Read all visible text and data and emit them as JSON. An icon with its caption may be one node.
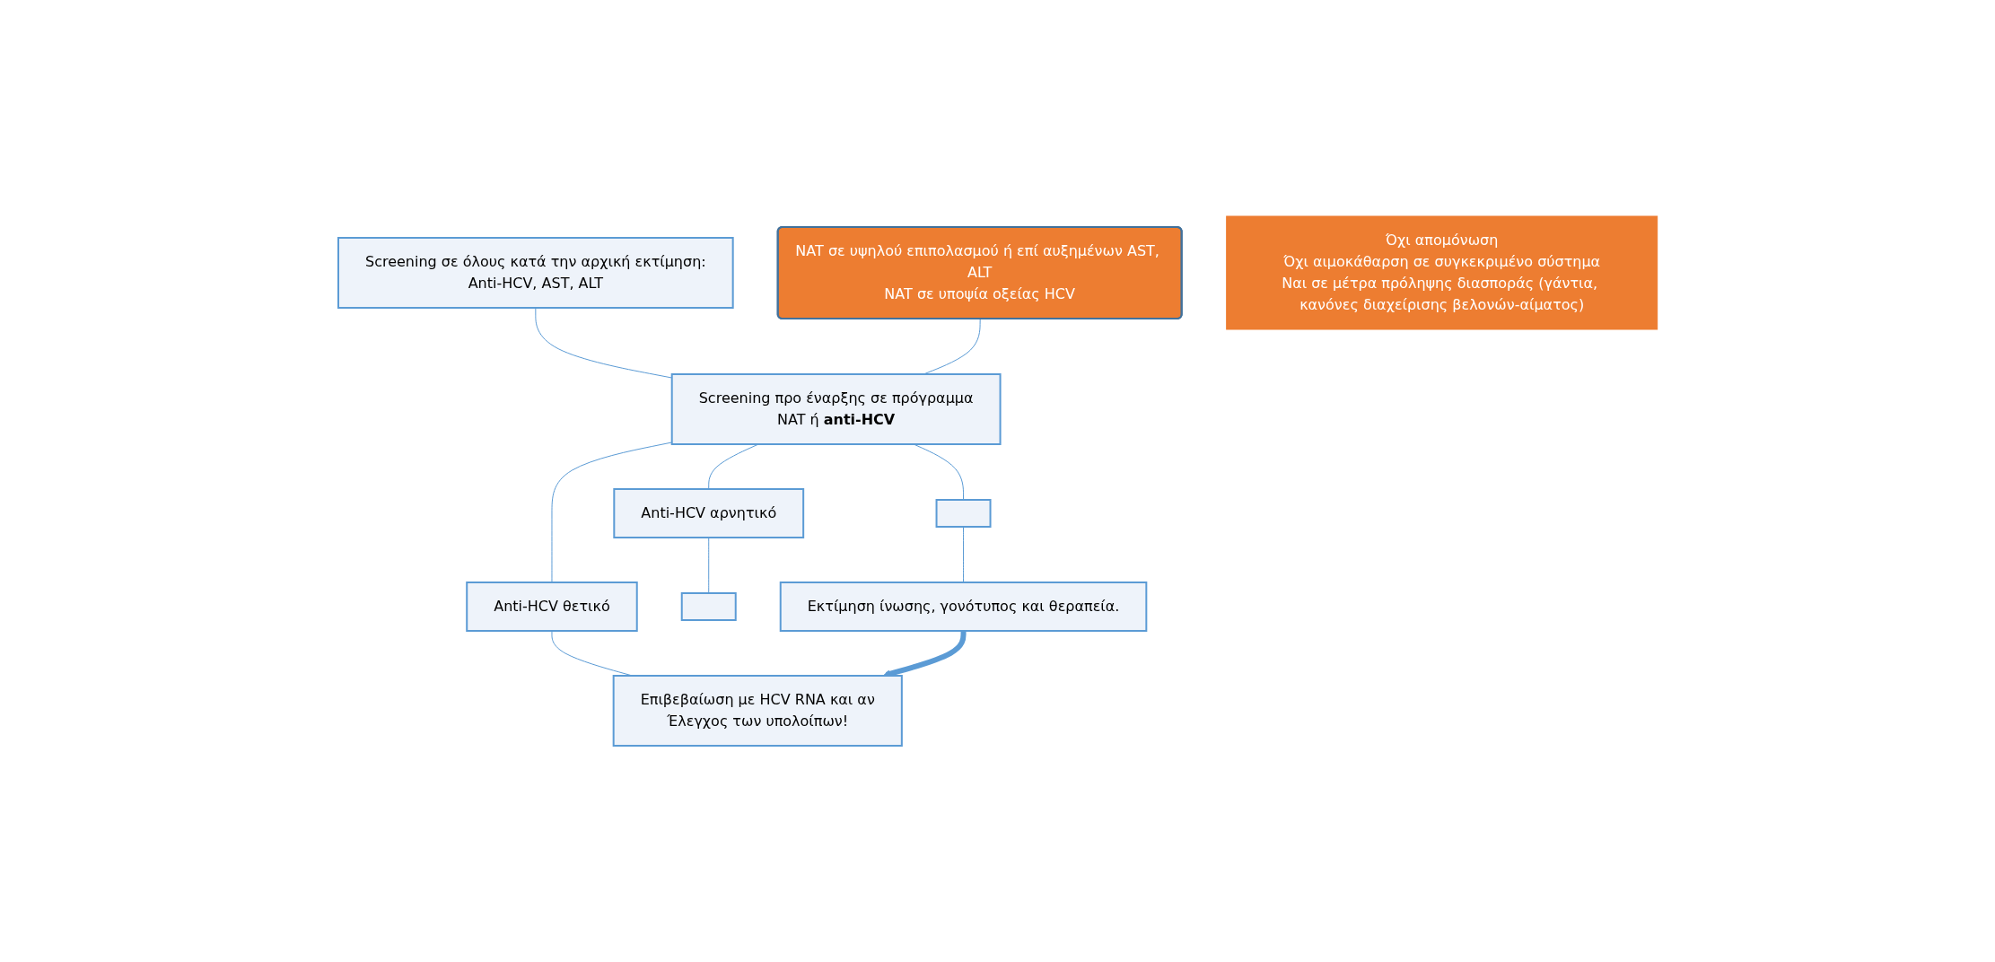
{
  "diagram": {
    "nodes": [
      {
        "text": [
          "Screening σε όλους κατά την αρχική εκτίμηση:",
          "Anti-HCV, AST, ALT"
        ]
      },
      {
        "text": [
          "Screening προ έναρξης σε πρόγραμμα",
          "NAT ή **anti-HCV**"
        ]
      },
      {
        "text": [
          "Anti-HCV θετικό"
        ]
      },
      {
        "text": [
          "Anti-HCV αρνητικό"
        ]
      },
      {
        "text": [],
        "shape": "box"
      },
      {
        "text": [
          "Επιβεβαίωση με HCV RNA και αν",
          "Έλεγχος των υπολοίπων!"
        ]
      },
      {
        "text": [],
        "shape": "box"
      },
      {
        "text": [
          "Εκτίμηση ίνωσης, γονότυπος και θεραπεία."
        ]
      },
      {
        "text": [
          "NAT σε υψηλού επιπολασμού ή επί αυξημένων AST, ALT",
          "NAT σε υποψία οξείας HCV"
        ]
      },
      {
        "text": [
          "Όχι απομόνωση",
          "Όχι αιμοκάθαρση σε συγκεκριμένο σύστημα",
          "Ναι σε μέτρα πρόληψης διασποράς (γάντια, κανόνες διαχείρισης βελονών-αίματος)"
        ]
      }
    ],
    "edges": [
      {
        "from": 0,
        "to": 1,
        "arrow": "none"
      },
      {
        "from": 1,
        "to": 2,
        "arrow": "none"
      },
      {
        "from": 1,
        "to": 3,
        "arrow": "none"
      },
      {
        "from": 1,
        "to": 4,
        "arrow": "none"
      },
      {
        "from": 2,
        "to": 5,
        "arrow": "none"
      },
      {
        "from": 3,
        "to": 6,
        "arrow": "none"
      },
      {
        "from": 4,
        "to": 7,
        "arrow": "none"
      },
      {
        "from": 8,
        "to": 1,
        "arrow": "none"
      },
      {
        "from": 7,
        "to": 5,
        "arrow": "to",
        "style": "thick",
        "color": "#5b9bd5"
      }
    ]
  }
}
